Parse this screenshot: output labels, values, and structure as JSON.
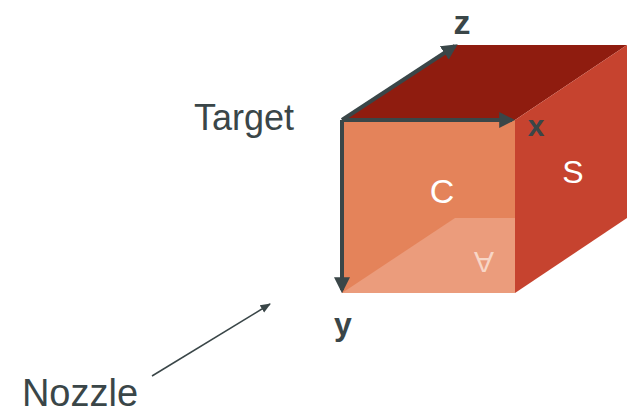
{
  "diagram": {
    "labels": [
      "z",
      "Target",
      "x",
      "C",
      "S",
      "A",
      "y",
      "Nozzle"
    ]
  }
}
